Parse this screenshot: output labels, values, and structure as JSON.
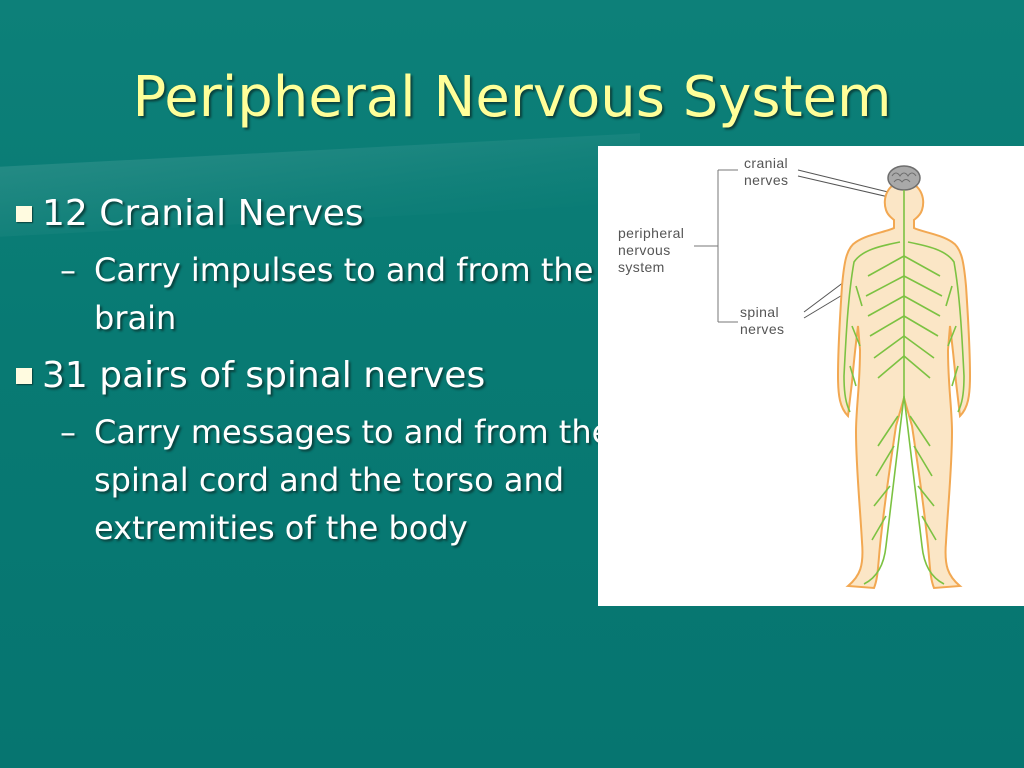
{
  "slide": {
    "title": "Peripheral Nervous System",
    "bullets": [
      {
        "text": "12 Cranial Nerves",
        "sub": "Carry impulses to and from the brain"
      },
      {
        "text": "31 pairs of spinal nerves",
        "sub": "Carry messages to and from the spinal cord and the torso and extremities of the body"
      }
    ],
    "bullet_dash": "–"
  },
  "figure": {
    "label_pns_1": "peripheral",
    "label_pns_2": "nervous",
    "label_pns_3": "system",
    "label_cranial_1": "cranial",
    "label_cranial_2": "nerves",
    "label_spinal_1": "spinal",
    "label_spinal_2": "nerves",
    "colors": {
      "nerve": "#7cc242",
      "skin": "#f2a852",
      "brain": "#9a9a9a",
      "label": "#555555"
    }
  },
  "colors": {
    "background": "#087a73",
    "title": "#ffff99",
    "body_text": "#ffffff"
  }
}
